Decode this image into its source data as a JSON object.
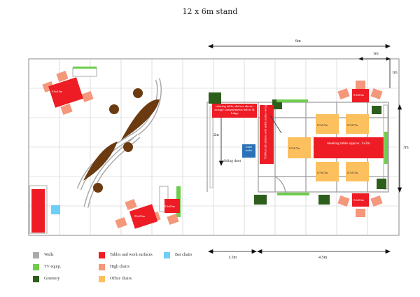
{
  "title": "12 x 6m stand",
  "dimensions": {
    "top": "6m",
    "top_small": "1m",
    "right_small": "1m",
    "right": "3m",
    "inner": "2m",
    "bottom_left": "1.5m",
    "bottom_right": "4.5m"
  },
  "labels": {
    "catering": "catering table, shelves above, storage compartments below & fridge",
    "tall_cabinet": "70x80cm tall cabinets with usable surface on top",
    "water_cooler": "water cooler",
    "sliding_door": "sliding door",
    "meeting_table": "meeting table approx. 1x2m",
    "seat_size": "0.7x0.7m",
    "high_table": "0.6x0.6m"
  },
  "legend": [
    {
      "label": "Walls",
      "color": "#aaaaaa"
    },
    {
      "label": "TV equip.",
      "color": "#6ecc4a"
    },
    {
      "label": "Greenery",
      "color": "#2e5e1c"
    },
    {
      "label": "Tables and work surfaces",
      "color": "#ee1c24"
    },
    {
      "label": "High chairs",
      "color": "#f4977b"
    },
    {
      "label": "Office chairs",
      "color": "#fcc05e"
    },
    {
      "label": "Bar chairs",
      "color": "#6dcff6"
    }
  ]
}
